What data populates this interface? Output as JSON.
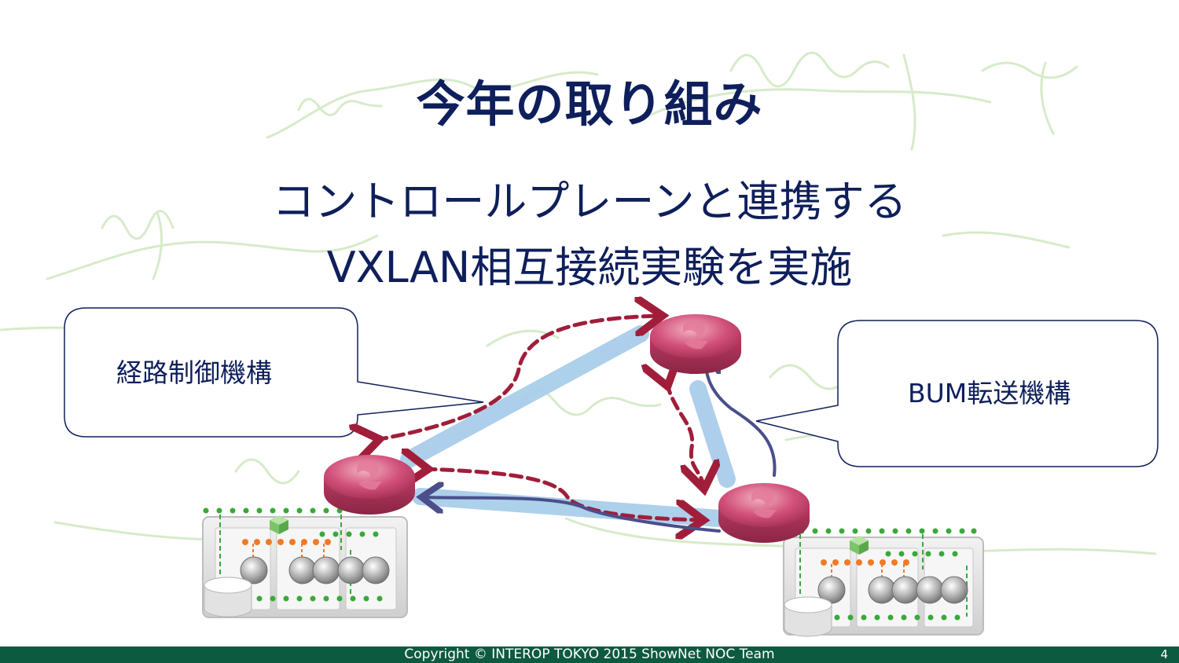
{
  "slide": {
    "title": "今年の取り組み",
    "subtitle_line1": "コントロールプレーンと連携する",
    "subtitle_line2": "VXLAN相互接続実験を実施",
    "callout_left": "経路制御機構",
    "callout_right": "BUM転送機構",
    "footer": "Copyright © INTEROP TOKYO 2015 ShowNet NOC Team",
    "page_number": "4"
  },
  "colors": {
    "title": "#0e1f5b",
    "router": "#c83a63",
    "dashed_arrow": "#a01e3a",
    "tunnel": "#a9cdea",
    "solid_arrow": "#4a4f8a",
    "footer_bg": "#0c5a40",
    "vm_dots": "#3ba83b",
    "port_dots": "#f07a26",
    "background_script": "#cfe8c0"
  },
  "icons": [
    "router-icon",
    "server-rack-icon",
    "storage-icon",
    "vswitch-icon"
  ]
}
